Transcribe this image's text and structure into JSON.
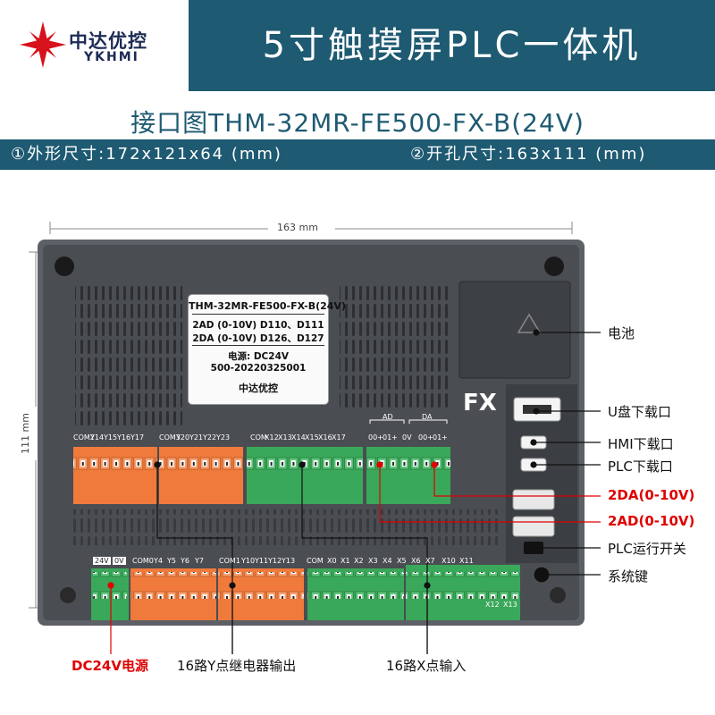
{
  "brand": {
    "name_cn": "中达优控",
    "name_en": "YKHMI"
  },
  "title": "5寸触摸屏PLC一体机",
  "subtitle": "接口图THM-32MR-FE500-FX-B(24V)",
  "dims": {
    "outline": "①外形尺寸:172x121x64 (mm)",
    "cutout": "②开孔尺寸:163x111 (mm)"
  },
  "dim_width": "163 mm",
  "dim_height": "111 mm",
  "device_label": {
    "model": "THM-32MR-FE500-FX-B(24V)",
    "ad": "2AD (0-10V) D110、D111",
    "da": "2DA (0-10V) D126、D127",
    "power": "电源: DC24V",
    "serial": "500-20220325001",
    "brand": "中达优控"
  },
  "fx_mark": "FX",
  "pins_top": [
    "COM2",
    "Y14",
    "Y15",
    "Y16",
    "Y17",
    "COM3",
    "Y20",
    "Y21",
    "Y22",
    "Y23",
    "COM",
    "X12",
    "X13",
    "X14",
    "X15",
    "X16",
    "X17",
    "00+",
    "01+",
    "0V",
    "00+",
    "01+"
  ],
  "pins_top_groups": {
    "ad": "AD",
    "da": "DA"
  },
  "pins_bottom": [
    "24V",
    "0V",
    "COM0",
    "Y4",
    "Y5",
    "Y6",
    "Y7",
    "COM1",
    "Y10",
    "Y11",
    "Y12",
    "Y13",
    "COM",
    "X0",
    "X1",
    "X2",
    "X3",
    "X4",
    "X5",
    "X6",
    "X7",
    "X10",
    "X11"
  ],
  "pins_bottom_extra": [
    "X12",
    "X13"
  ],
  "callouts": {
    "battery": "电池",
    "usb": "U盘下载口",
    "hmi": "HMI下载口",
    "plc": "PLC下载口",
    "da": "2DA(0-10V)",
    "ad": "2AD(0-10V)",
    "run": "PLC运行开关",
    "sys": "系统键",
    "power": "DC24V电源",
    "relay": "16路Y点继电器输出",
    "input": "16路X点输入"
  },
  "colors": {
    "header": "#1e5a72",
    "orange": "#f07a3c",
    "green": "#3aa85a",
    "case": "#4a4d52",
    "callout_red": "#e00000"
  }
}
